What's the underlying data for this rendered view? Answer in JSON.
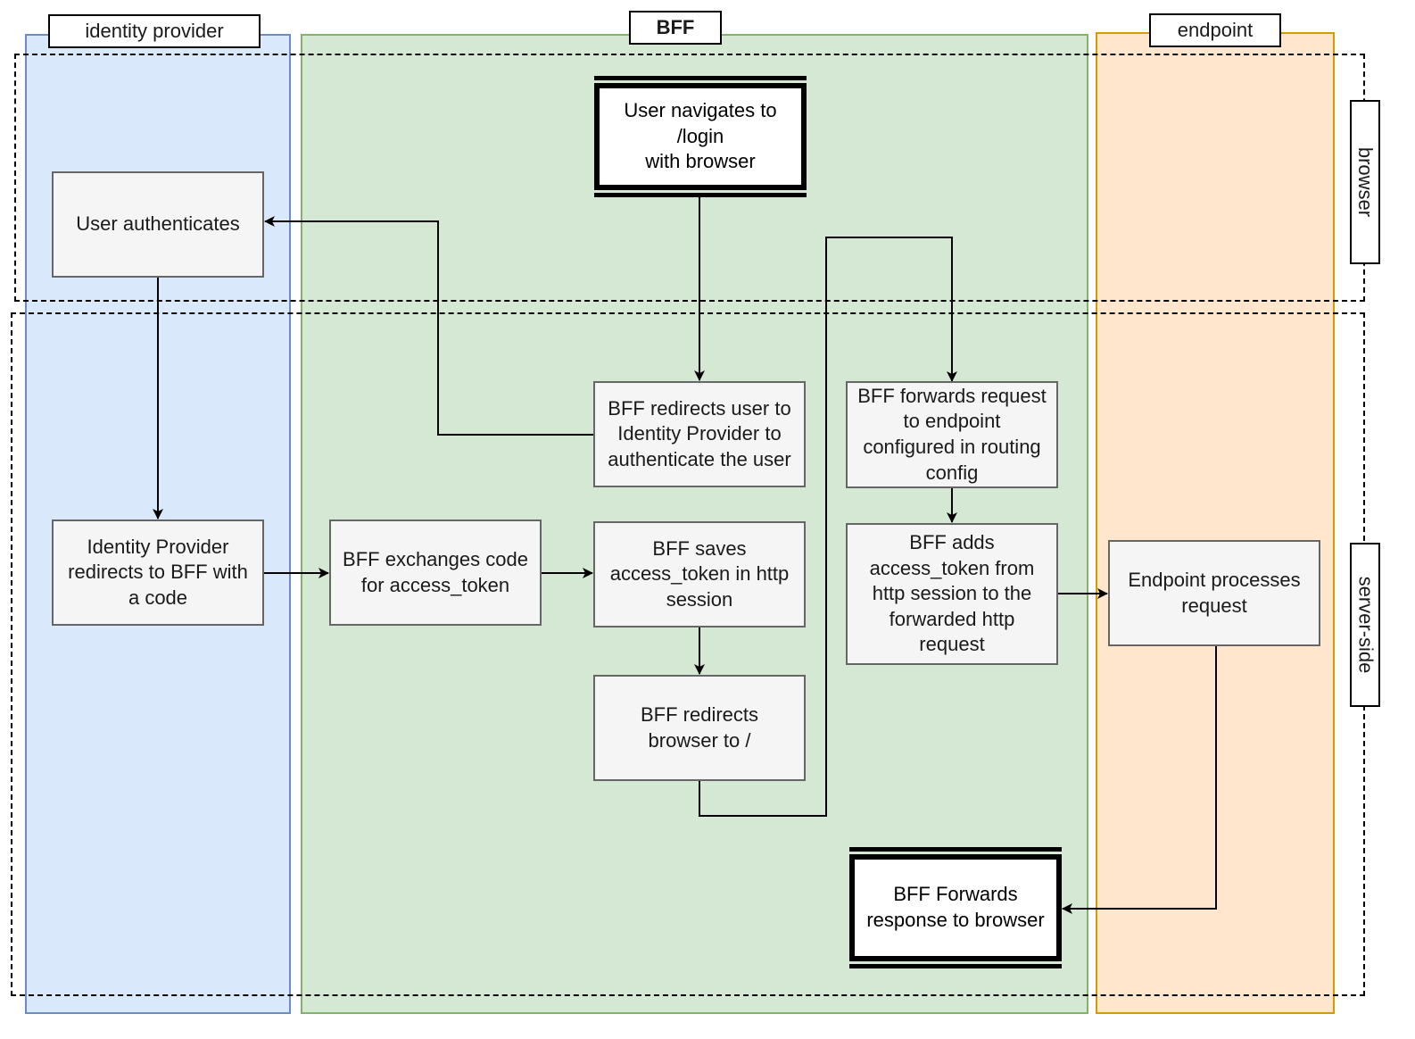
{
  "colors": {
    "idp_fill": "#dae8fc",
    "idp_stroke": "#6c8ebf",
    "bff_fill": "#d5e8d4",
    "bff_stroke": "#82b366",
    "endpoint_fill": "#ffe6cc",
    "endpoint_stroke": "#d79b00",
    "box_fill": "#f5f5f5",
    "box_stroke": "#666666"
  },
  "lanes": {
    "identity_provider": "identity provider",
    "bff": "BFF",
    "endpoint": "endpoint"
  },
  "zones": {
    "browser": "browser",
    "server_side": "server-side"
  },
  "nodes": {
    "user_navigates": "User navigates to\n/login\nwith browser",
    "user_authenticates": "User authenticates",
    "bff_redirects_user": "BFF redirects user to\nIdentity Provider to\nauthenticate the user",
    "bff_forwards_request": "BFF forwards request\nto endpoint\nconfigured in routing\nconfig",
    "idp_redirects": "Identity Provider\nredirects to BFF with\na code",
    "bff_exchanges": "BFF exchanges code\nfor access_token",
    "bff_saves": "BFF saves\naccess_token in http\nsession",
    "bff_adds": "BFF adds\naccess_token from\nhttp session to the\nforwarded http\nrequest",
    "endpoint_processes": "Endpoint processes\nrequest",
    "bff_redirects_browser": "BFF redirects\nbrowser to /",
    "bff_forwards_response": "BFF Forwards\nresponse to browser"
  },
  "edges": [
    {
      "from": "user_navigates",
      "to": "bff_redirects_user"
    },
    {
      "from": "bff_redirects_user",
      "to": "user_authenticates"
    },
    {
      "from": "user_authenticates",
      "to": "idp_redirects"
    },
    {
      "from": "idp_redirects",
      "to": "bff_exchanges"
    },
    {
      "from": "bff_exchanges",
      "to": "bff_saves"
    },
    {
      "from": "bff_saves",
      "to": "bff_redirects_browser"
    },
    {
      "from": "bff_redirects_browser",
      "to": "bff_forwards_request"
    },
    {
      "from": "bff_forwards_request",
      "to": "bff_adds"
    },
    {
      "from": "bff_adds",
      "to": "endpoint_processes"
    },
    {
      "from": "endpoint_processes",
      "to": "bff_forwards_response"
    }
  ]
}
